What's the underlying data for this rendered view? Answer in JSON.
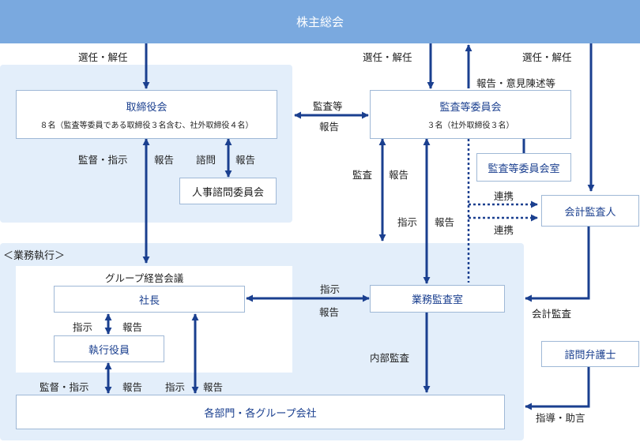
{
  "header": "株主総会",
  "boxes": {
    "board": "取締役会",
    "board_sub": "８名（監査等委員である取締役３名含む、社外取締役４名）",
    "audit_committee": "監査等委員会",
    "audit_committee_sub": "３名（社外取締役３名）",
    "audit_committee_office": "監査等委員会室",
    "nomination_committee": "人事諮問委員会",
    "accounting_auditor": "会計監査人",
    "president": "社長",
    "executive_officers": "執行役員",
    "internal_audit": "業務監査室",
    "legal_advisor": "諮問弁護士",
    "departments": "各部門・各グループ会社"
  },
  "labels": {
    "elect1": "選任・解任",
    "elect2": "選任・解任",
    "elect3": "選任・解任",
    "report_opinion": "報告・意見陳述等",
    "audit_etc": "監査等",
    "report_board_ac": "報告",
    "supervise1": "監督・指示",
    "report1": "報告",
    "consult": "諮問",
    "report2": "報告",
    "audit": "監査",
    "report3": "報告",
    "coop1": "連携",
    "coop2": "連携",
    "instruct1": "指示",
    "report4": "報告",
    "business_execution": "＜業務執行＞",
    "group_meeting": "グループ経営会議",
    "instruct2": "指示",
    "report5": "報告",
    "accounting_audit": "会計監査",
    "instruct3": "指示",
    "report6": "報告",
    "internal_auditing": "内部監査",
    "supervise2": "監督・指示",
    "report7": "報告",
    "instruct4": "指示",
    "report8": "報告",
    "guidance": "指導・助言"
  },
  "colors": {
    "header": "#7aa9df",
    "band": "#e3eefa",
    "arrow": "#1a3f8f",
    "border": "#9fb8d6"
  }
}
